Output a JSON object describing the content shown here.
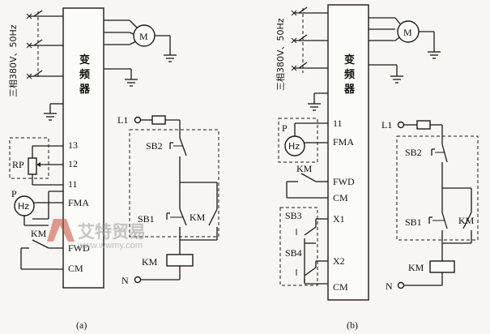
{
  "diagram_a": {
    "power_label": "三相380V、50Hz",
    "inverter_label": [
      "变",
      "频",
      "器"
    ],
    "motor": "M",
    "terminals": {
      "t13": "13",
      "t12": "12",
      "t11": "11",
      "fma": "FMA",
      "fwd": "FWD",
      "cm": "CM"
    },
    "rp": "RP",
    "meter_p": "P",
    "meter_hz": "Hz",
    "km_contact": "KM",
    "l1": "L1",
    "n": "N",
    "sb1": "SB1",
    "sb2": "SB2",
    "km_hold": "KM",
    "km_coil": "KM",
    "caption": "(a)"
  },
  "diagram_b": {
    "power_label": "三相380V、50Hz",
    "inverter_label": [
      "变",
      "频",
      "器"
    ],
    "motor": "M",
    "terminals": {
      "t11": "11",
      "fma": "FMA",
      "fwd": "FWD",
      "cm": "CM",
      "x1": "X1",
      "x2": "X2",
      "cm2": "CM"
    },
    "meter_p": "P",
    "meter_hz": "Hz",
    "km_contact": "KM",
    "sb3": "SB3",
    "sb4": "SB4",
    "l1": "L1",
    "n": "N",
    "sb1": "SB1",
    "sb2": "SB2",
    "km_hold": "KM",
    "km_coil": "KM",
    "caption": "(b)"
  },
  "watermark": {
    "brand": "艾特贸易",
    "url": "www.wwmy.com"
  }
}
